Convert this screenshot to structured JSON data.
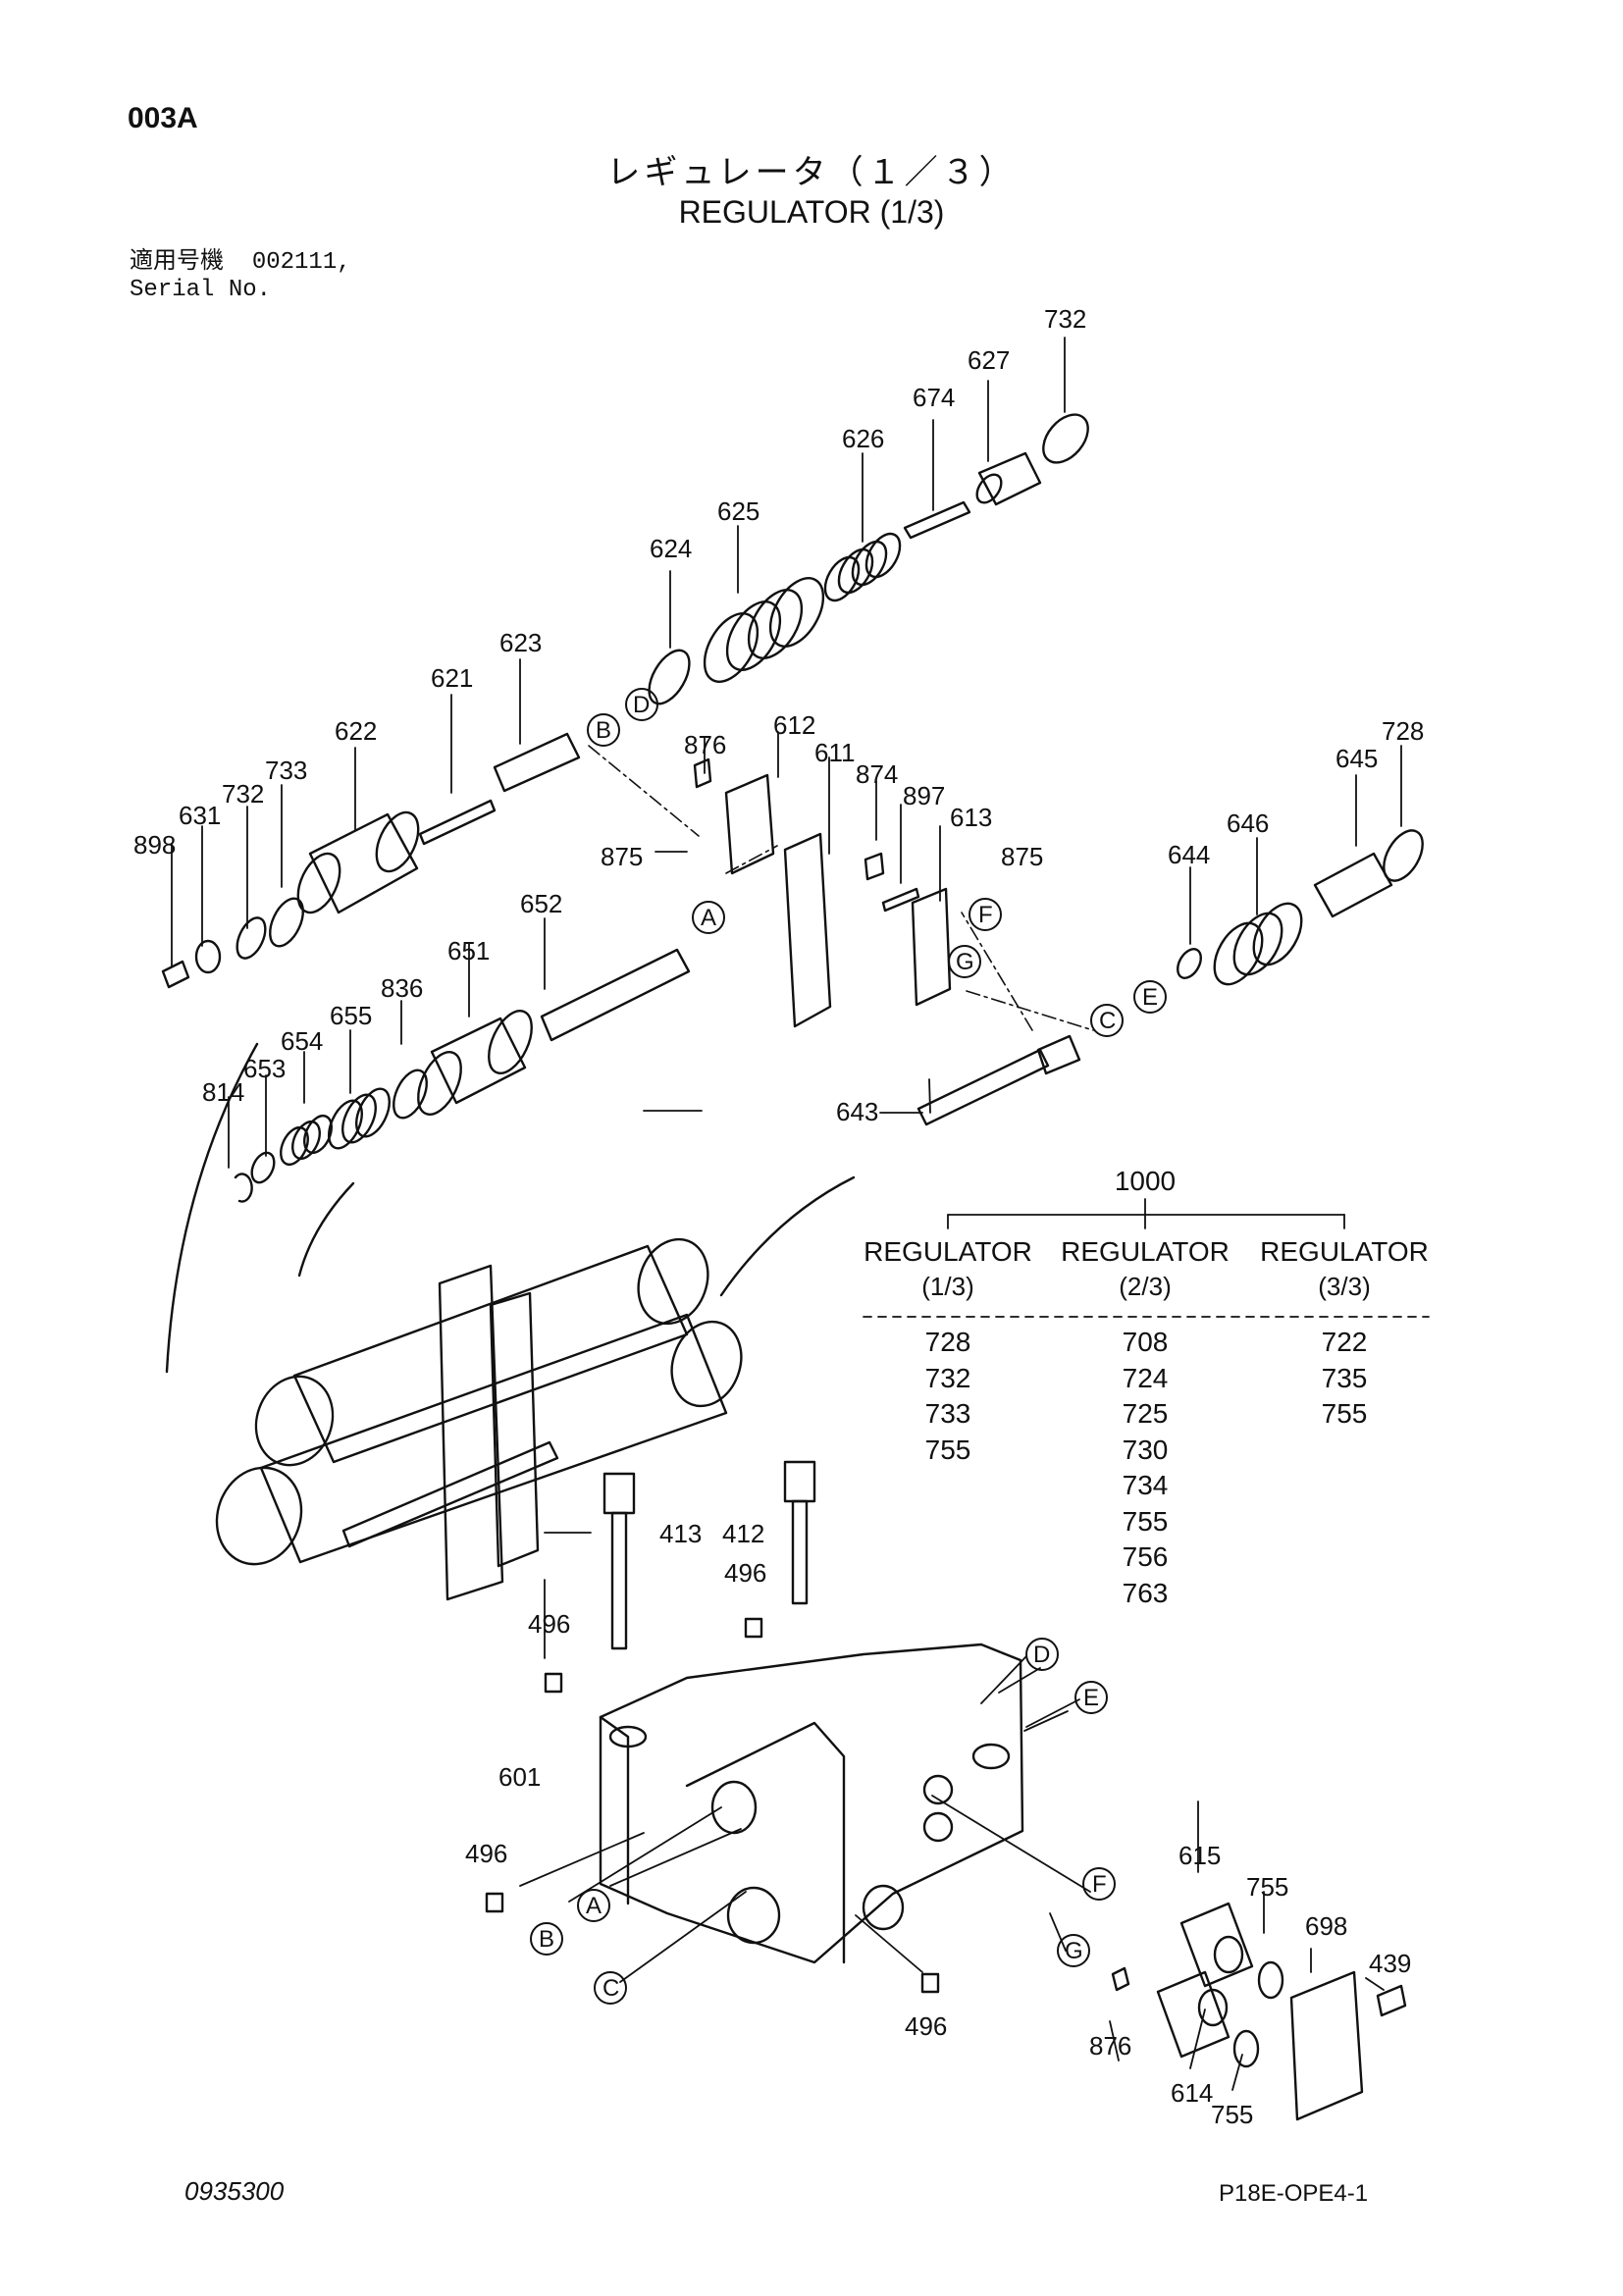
{
  "header": {
    "page_code": "003A",
    "title_jp": "レギュレータ（１／３）",
    "title_en": "REGULATOR (1/3)"
  },
  "serial": {
    "label_jp": "適用号機",
    "value": "002111,",
    "label_en": "Serial No."
  },
  "part_numbers": {
    "p732a": "732",
    "p627": "627",
    "p674": "674",
    "p626": "626",
    "p625": "625",
    "p624": "624",
    "p623": "623",
    "p621": "621",
    "p622": "622",
    "p876a": "876",
    "p612": "612",
    "p611": "611",
    "p874": "874",
    "p897": "897",
    "p613": "613",
    "p875a": "875",
    "p875b": "875",
    "p645": "645",
    "p728": "728",
    "p646": "646",
    "p644": "644",
    "p733": "733",
    "p732b": "732",
    "p631": "631",
    "p898": "898",
    "p652": "652",
    "p651": "651",
    "p836": "836",
    "p655": "655",
    "p654": "654",
    "p653": "653",
    "p814": "814",
    "p643": "643",
    "p413": "413",
    "p412": "412",
    "p496a": "496",
    "p496b": "496",
    "p601": "601",
    "p496c": "496",
    "p496d": "496",
    "p615": "615",
    "p755a": "755",
    "p698": "698",
    "p439": "439",
    "p876b": "876",
    "p614": "614",
    "p755b": "755"
  },
  "callouts": {
    "A": "A",
    "B": "B",
    "C": "C",
    "D": "D",
    "E": "E",
    "F": "F",
    "G": "G"
  },
  "kit_table": {
    "kit_number": "1000",
    "columns": [
      {
        "title": "REGULATOR",
        "sub": "(1/3)",
        "parts": [
          "728",
          "732",
          "733",
          "755"
        ]
      },
      {
        "title": "REGULATOR",
        "sub": "(2/3)",
        "parts": [
          "708",
          "724",
          "725",
          "730",
          "734",
          "755",
          "756",
          "763"
        ]
      },
      {
        "title": "REGULATOR",
        "sub": "(3/3)",
        "parts": [
          "722",
          "735",
          "755"
        ]
      }
    ]
  },
  "footer": {
    "doc_number": "0935300",
    "sheet_code": "P18E-OPE4-1"
  }
}
